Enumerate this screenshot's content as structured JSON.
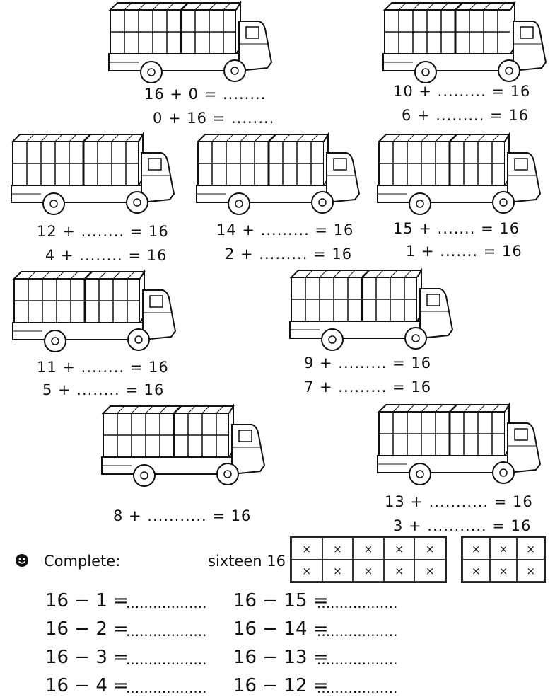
{
  "trucks": [
    {
      "eq1": "16 + 0 = ........",
      "eq2": "0 + 16 = ........"
    },
    {
      "eq1": "10 + ......... = 16",
      "eq2": "6 + ......... = 16"
    },
    {
      "eq1": "12 + ........ = 16",
      "eq2": "4 + ........ = 16"
    },
    {
      "eq1": "14 + ......... = 16",
      "eq2": "2 + ......... = 16"
    },
    {
      "eq1": "15 + ....... = 16",
      "eq2": "1 + ....... = 16"
    },
    {
      "eq1": "11 + ........ = 16",
      "eq2": "5 + ........ = 16"
    },
    {
      "eq1": "9 + ......... = 16",
      "eq2": "7 + ......... = 16"
    },
    {
      "eq1": "8 + ........... = 16",
      "eq2": ""
    },
    {
      "eq1": "13 + ........... = 16",
      "eq2": "3 + ........... = 16"
    }
  ],
  "complete_label": "Complete:",
  "sixteen_label": "sixteen 16",
  "cell_mark": "×",
  "grid_left": {
    "rows": 2,
    "cols": 5
  },
  "grid_right": {
    "rows": 2,
    "cols": 3
  },
  "subtractions_left": [
    "16 − 1 =",
    "16 − 2 =",
    "16 − 3 =",
    "16 − 4 ="
  ],
  "subtractions_right": [
    "16 − 15 =",
    "16 − 14 =",
    "16 − 13 =",
    "16 − 12 ="
  ],
  "answer_blank": ".................."
}
